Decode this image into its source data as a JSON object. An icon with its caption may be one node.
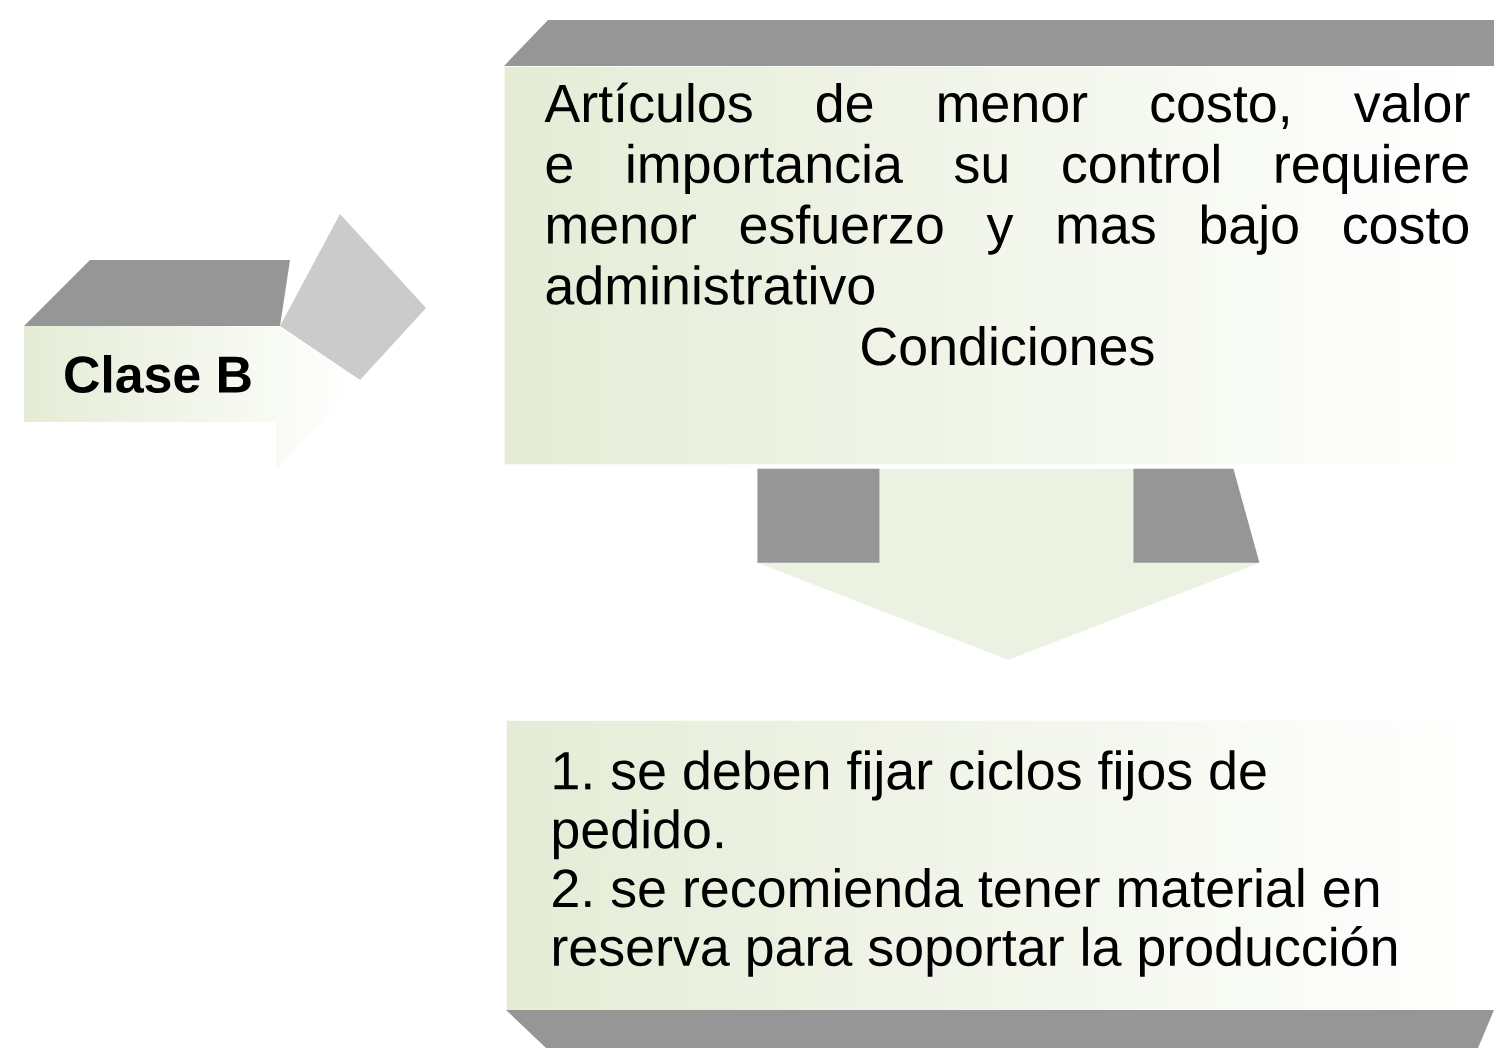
{
  "diagram": {
    "nodes": [
      {
        "text": [
          "Clase B"
        ]
      },
      {
        "text": [
          "Artículos de menor costo, valor  e importancia su control requiere menor esfuerzo y mas bajo costo administrativo",
          "Condiciones"
        ]
      },
      {
        "text": [
          "1. se deben fijar ciclos fijos de pedido.",
          "2. se recomienda tener material en reserva para soportar la producción"
        ]
      }
    ],
    "edges": [
      {
        "from": 1,
        "to": 2,
        "arrow": "to"
      }
    ]
  }
}
